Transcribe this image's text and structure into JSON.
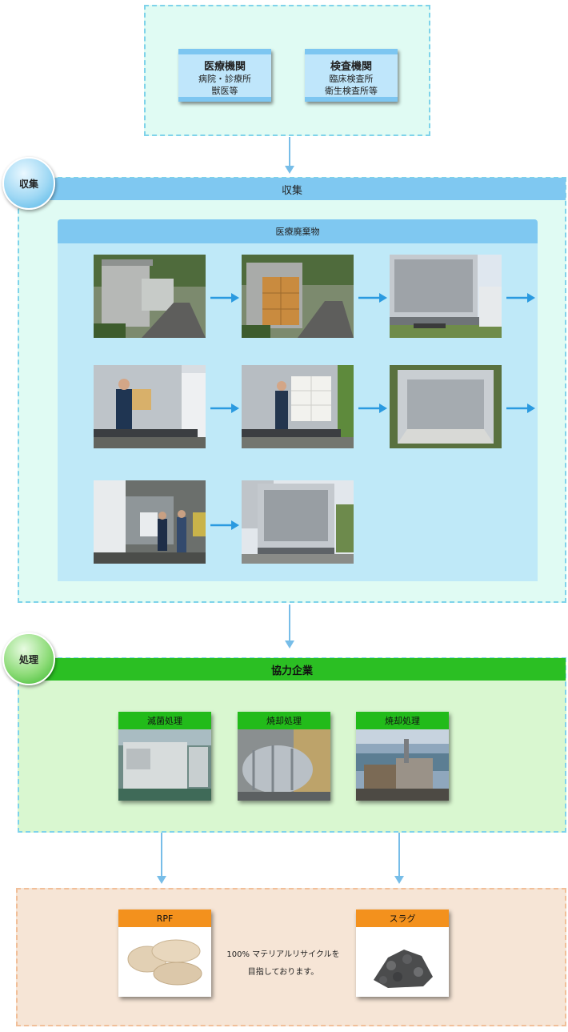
{
  "sources": [
    {
      "title": "医療機関",
      "line1": "病院・診療所",
      "line2": "獣医等"
    },
    {
      "title": "検査機関",
      "line1": "臨床検査所",
      "line2": "衛生検査所等"
    }
  ],
  "collection": {
    "badge": "収集",
    "header": "収集",
    "subheader": "医療廃棄物"
  },
  "processing": {
    "badge": "処理",
    "header": "協力企業",
    "cards": [
      {
        "label": "滅菌処理"
      },
      {
        "label": "焼却処理"
      },
      {
        "label": "焼却処理"
      }
    ]
  },
  "outputs": {
    "cards": [
      {
        "label": "RPF"
      },
      {
        "label": "スラグ"
      }
    ],
    "note_line1": "100% マテリアルリサイクルを",
    "note_line2": "目指しております。"
  },
  "colors": {
    "blue_accent": "#7fc8f1",
    "green_accent": "#2bbf23",
    "orange_accent": "#f3911d"
  }
}
